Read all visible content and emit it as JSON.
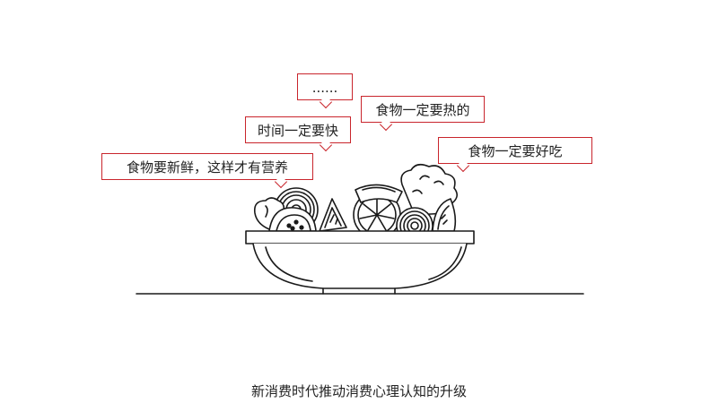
{
  "bubbles": [
    {
      "text": "食物要新鲜，这样才有营养"
    },
    {
      "text": "时间一定要快"
    },
    {
      "text": "......"
    },
    {
      "text": "食物一定要热的"
    },
    {
      "text": "食物一定要好吃"
    }
  ],
  "caption": "新消费时代推动消费心理认知的升级",
  "colors": {
    "bubble_border": "#c9252c",
    "line_art": "#1a1a1a",
    "text": "#222222",
    "background": "#ffffff"
  },
  "icons": [
    "salad-bowl-illustration"
  ]
}
